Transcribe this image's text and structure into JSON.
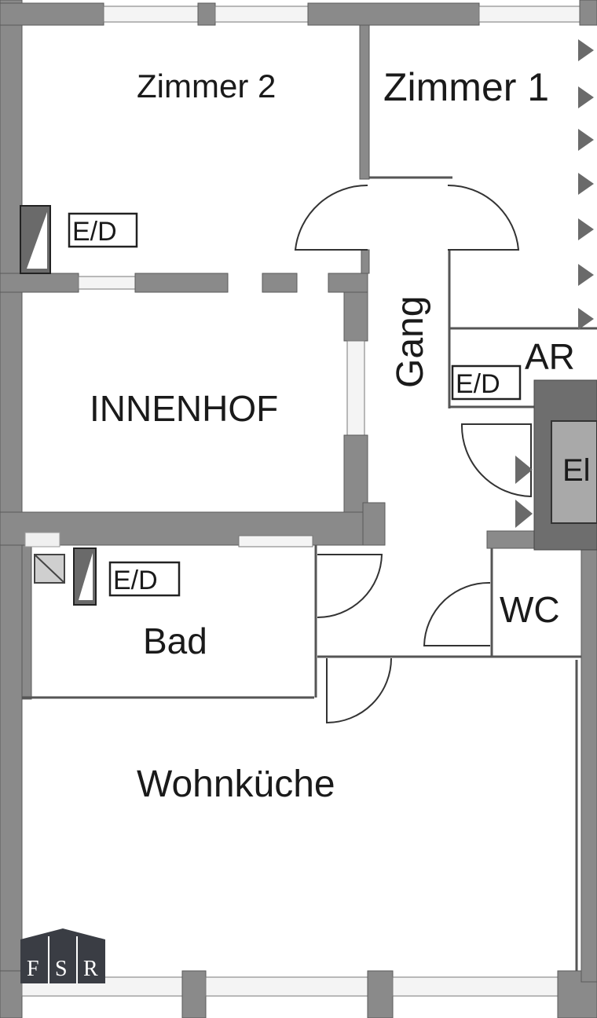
{
  "rooms": {
    "zimmer2": "Zimmer 2",
    "zimmer1": "Zimmer 1",
    "gang": "Gang",
    "ar": "AR",
    "innenhof": "INNENHOF",
    "bad": "Bad",
    "wc": "WC",
    "wohnkueche": "Wohnküche",
    "el": "El"
  },
  "labels": {
    "ed_zimmer2": "E/D",
    "ed_gang": "E/D",
    "ed_bad": "E/D"
  },
  "logo": {
    "letters": [
      "F",
      "S",
      "R"
    ]
  },
  "colors": {
    "wall": "#8a8a8a",
    "text": "#1a1a1a",
    "logo": "#3a3d44"
  }
}
